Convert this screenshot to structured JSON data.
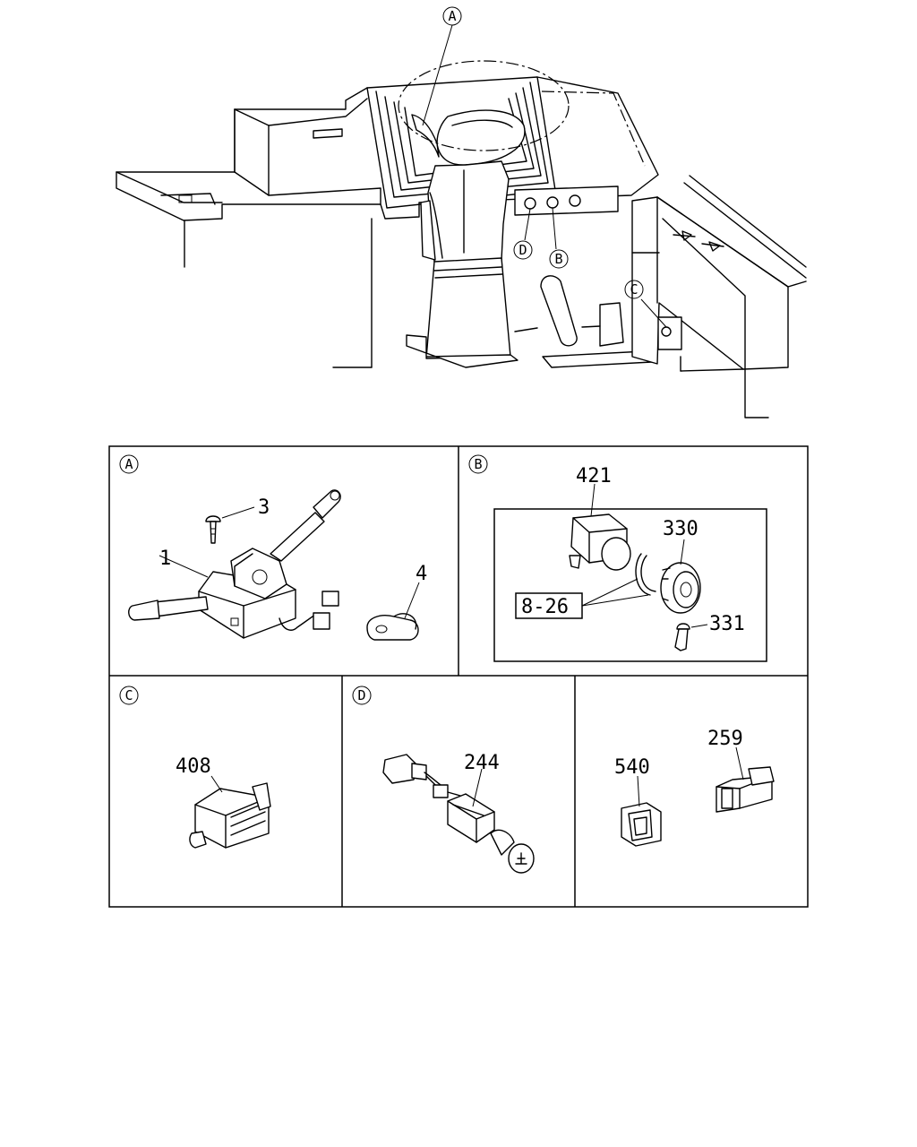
{
  "callouts": {
    "overview": [
      "A",
      "B",
      "C",
      "D"
    ],
    "panel_a": "A",
    "panel_b": "B",
    "panel_c": "C",
    "panel_d": "D"
  },
  "parts": {
    "p1": "1",
    "p3": "3",
    "p4": "4",
    "p421": "421",
    "p330": "330",
    "p331": "331",
    "p8_26": "8-26",
    "p408": "408",
    "p244": "244",
    "p540": "540",
    "p259": "259"
  }
}
